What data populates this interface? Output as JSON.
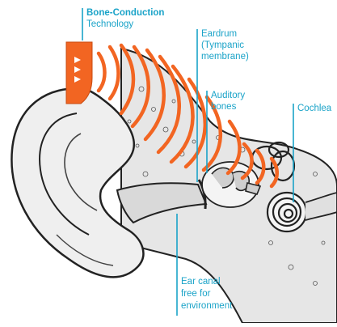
{
  "colors": {
    "accent": "#1aa3c8",
    "wave": "#f26522",
    "outline": "#222222",
    "skin": "#eeeeee",
    "bone": "#dcdcdc"
  },
  "labels": {
    "bone_conduction_title": "Bone-Conduction",
    "bone_conduction_subtitle": "Technology",
    "eardrum_line1": "Eardrum",
    "eardrum_line2": "(Tympanic",
    "eardrum_line3": "membrane)",
    "auditory_line1": "Auditory",
    "auditory_line2": "bones",
    "cochlea": "Cochlea",
    "ear_canal_line1": "Ear canal",
    "ear_canal_line2": "free for",
    "ear_canal_line3": "environment"
  },
  "icons": {
    "transducer": "bone-conduction-transducer-icon",
    "arrows": "triple-right-arrow-icon"
  }
}
